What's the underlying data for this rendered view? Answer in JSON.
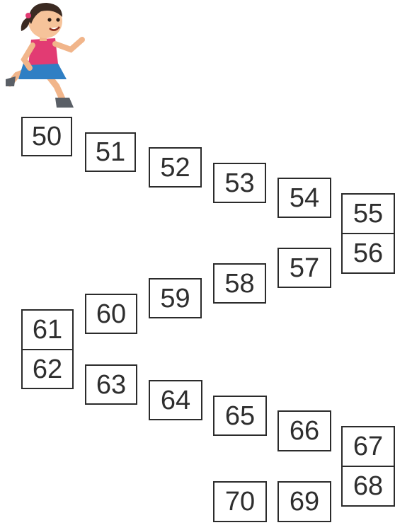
{
  "illustration": {
    "name": "running girl"
  },
  "boxes": {
    "b50": "50",
    "b51": "51",
    "b52": "52",
    "b53": "53",
    "b54": "54",
    "b55": "55",
    "b56": "56",
    "b57": "57",
    "b58": "58",
    "b59": "59",
    "b60": "60",
    "b61": "61",
    "b62": "62",
    "b63": "63",
    "b64": "64",
    "b65": "65",
    "b66": "66",
    "b67": "67",
    "b68": "68",
    "b69": "69",
    "b70": "70"
  }
}
